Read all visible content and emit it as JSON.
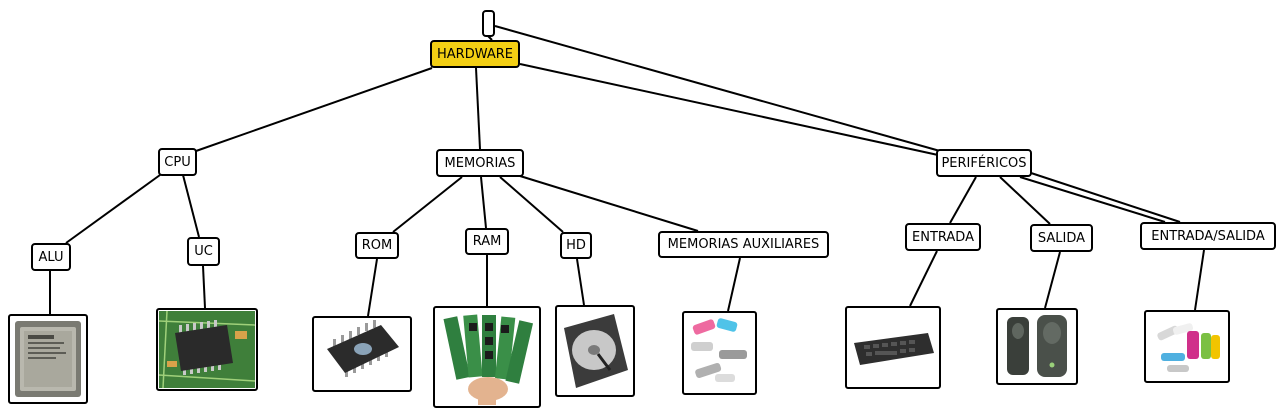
{
  "concept_map": {
    "top_node_label": "",
    "nodes": {
      "hardware": "HARDWARE",
      "cpu": "CPU",
      "memorias": "MEMORIAS",
      "perifericos": "PERIFÉRICOS",
      "alu": "ALU",
      "uc": "UC",
      "rom": "ROM",
      "ram": "RAM",
      "hd": "HD",
      "memorias_auxiliares": "MEMORIAS AUXILIARES",
      "entrada": "ENTRADA",
      "salida": "SALIDA",
      "entrada_salida": "ENTRADA/SALIDA"
    },
    "pictures": [
      {
        "of": "alu",
        "depicts": "processor-chip"
      },
      {
        "of": "uc",
        "depicts": "circuit-board-chip"
      },
      {
        "of": "rom",
        "depicts": "eprom-chip"
      },
      {
        "of": "ram",
        "depicts": "ram-modules-in-hand"
      },
      {
        "of": "hd",
        "depicts": "hard-disk"
      },
      {
        "of": "memorias_auxiliares",
        "depicts": "usb-flash-drives"
      },
      {
        "of": "entrada",
        "depicts": "keyboard"
      },
      {
        "of": "salida",
        "depicts": "speakers"
      },
      {
        "of": "entrada_salida",
        "depicts": "usb-flash-drives-colored"
      }
    ],
    "colors": {
      "root_fill": "#f3cf14",
      "node_border": "#000000",
      "line": "#000000"
    }
  }
}
